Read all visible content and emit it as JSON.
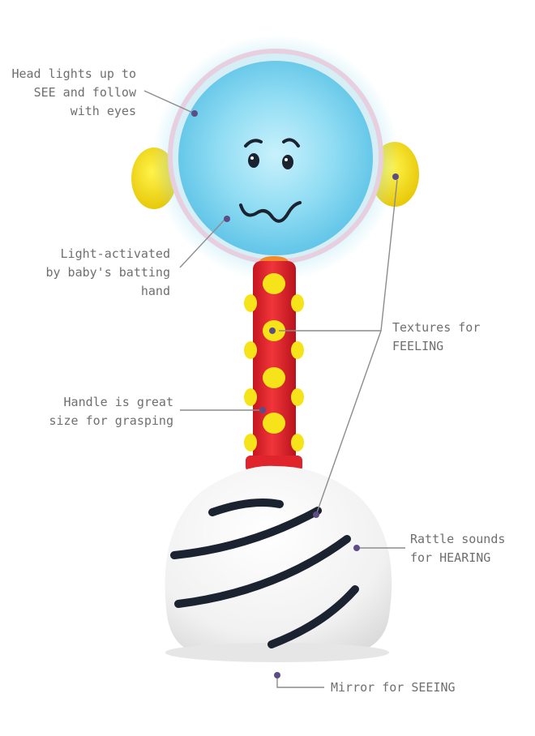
{
  "image": {
    "subject": "baby rattle toy",
    "colors": {
      "head_glow": "#7fd3ef",
      "head_center": "#bfeefb",
      "ears": "#f6e31a",
      "handle": "#e8262e",
      "bumps": "#f6e31a",
      "base": "#f4f4f4",
      "stripes": "#1b2230",
      "callout_line": "#8c8c8c",
      "callout_dot": "#5c4d86",
      "text": "#6f6f6f"
    }
  },
  "callouts": {
    "head": {
      "lines": [
        "Head lights up to",
        "SEE and follow",
        "with eyes"
      ]
    },
    "light": {
      "lines": [
        "Light-activated",
        "by baby's batting",
        "hand"
      ]
    },
    "textures": {
      "lines": [
        "Textures for",
        "FEELING"
      ]
    },
    "handle": {
      "lines": [
        "Handle is great",
        "size for grasping"
      ]
    },
    "rattle": {
      "lines": [
        "Rattle sounds",
        "for HEARING"
      ]
    },
    "mirror": {
      "lines": [
        "Mirror for SEEING"
      ]
    }
  }
}
